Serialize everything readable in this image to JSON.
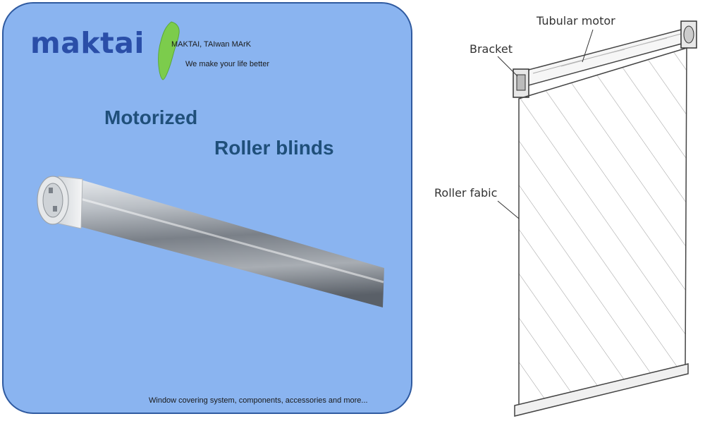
{
  "brand": {
    "logo_text": "maktai",
    "mark_text": "MAKTAI, TAIwan MArK",
    "slogan": "We make your life better",
    "accent_color": "#2a4ea8",
    "island_color": "#7ccc4c"
  },
  "product": {
    "title_line1": "Motorized",
    "title_line2": "Roller blinds",
    "footer": "Window covering system, components, accessories and more..."
  },
  "diagram": {
    "labels": {
      "tubular_motor": "Tubular motor",
      "bracket": "Bracket",
      "roller_fabric": "Roller fabic"
    }
  }
}
